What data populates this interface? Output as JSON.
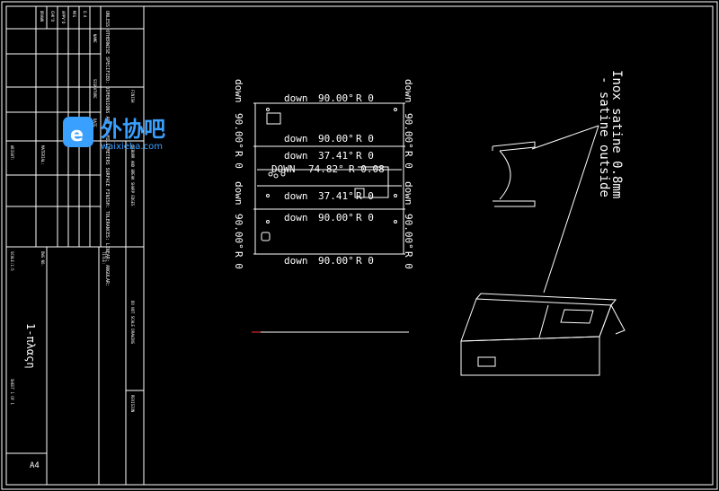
{
  "title_block": {
    "notes": "UNLESS OTHERWISE SPECIFIED: DIMENSIONS ARE IN MILLIMETERS SURFACE FINISH: TOLERANCES: LINEAR: ANGULAR:",
    "finish": "FINISH",
    "deburr": "DEBURR AND BREAK SHARP EDGES",
    "name": "NAME",
    "signature": "SIGNATURE",
    "date": "DATE",
    "material": "MATERIAL:",
    "title": "TITLE:",
    "dwg_no": "DWG NO.",
    "weight": "WEIGHT:",
    "scale": "SCALE:1:5",
    "sheet": "SHEET 1 OF 1",
    "revision": "REVISION",
    "dont_scale": "DO NOT SCALE DRAWING",
    "size": "A4",
    "part_name": "1-πλαςη",
    "rows": [
      "DRAWN",
      "CHK'D",
      "APPV'D",
      "MFG",
      "Q.A"
    ]
  },
  "watermark": {
    "brand": "外协吧",
    "url": "waixieba.com"
  },
  "flat_pattern": {
    "bends": [
      {
        "dir": "down",
        "angle": "90.00°",
        "r": "R 0"
      },
      {
        "dir": "down",
        "angle": "90.00°",
        "r": "R 0"
      },
      {
        "dir": "down",
        "angle": "37.41°",
        "r": "R 0"
      },
      {
        "dir": "DOWN",
        "angle": "74.82°",
        "r": "R 0.08"
      },
      {
        "dir": "down",
        "angle": "37.41°",
        "r": "R 0"
      },
      {
        "dir": "down",
        "angle": "90.00°",
        "r": "R 0"
      },
      {
        "dir": "down",
        "angle": "90.00°",
        "r": "R 0"
      }
    ],
    "side_left_top": {
      "dir": "down",
      "angle": "90.00°",
      "r": "R 0"
    },
    "side_right_top": {
      "dir": "down",
      "angle": "90.00°",
      "r": "R 0"
    },
    "side_left_mid": {
      "dir": "down",
      "angle": "90.00°",
      "r": "R 0"
    },
    "side_right_mid": {
      "dir": "down",
      "angle": "90.00°",
      "r": "R 0"
    }
  },
  "annotation": {
    "line1": "Inox satine 0.8mm",
    "line2": "- satine outside"
  }
}
